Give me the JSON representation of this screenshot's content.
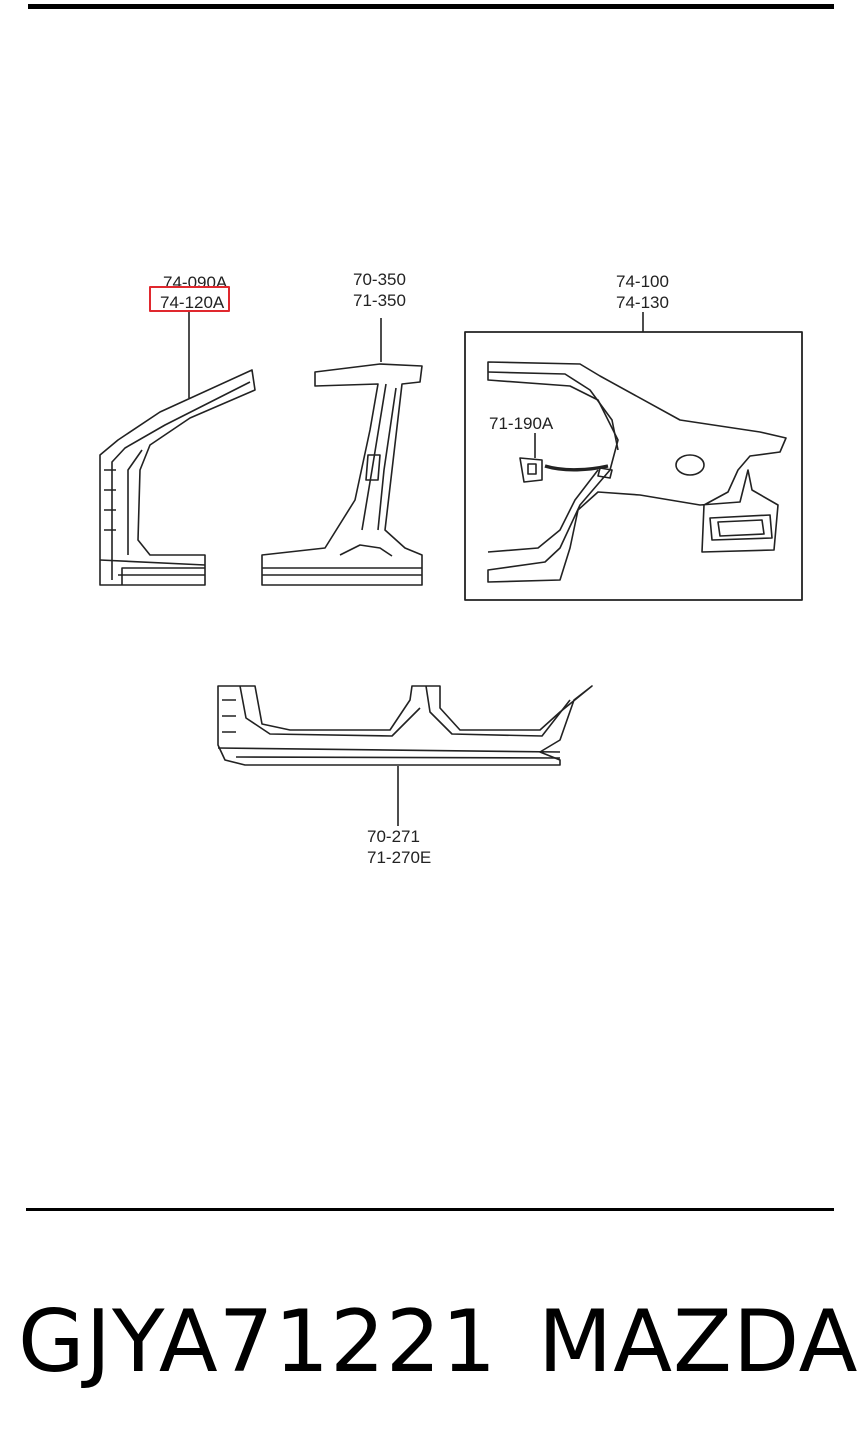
{
  "callouts": {
    "pillar_front_1": "74-090A",
    "pillar_front_2": "74-120A",
    "pillar_center_1": "70-350",
    "pillar_center_2": "71-350",
    "quarter_1": "74-100",
    "quarter_2": "74-130",
    "fuel_lid": "71-190A",
    "sill_1": "70-271",
    "sill_2": "71-270E"
  },
  "highlight_color": "#e0282e",
  "footer": {
    "part_number": "GJYA71221",
    "brand": "MAZDA"
  }
}
